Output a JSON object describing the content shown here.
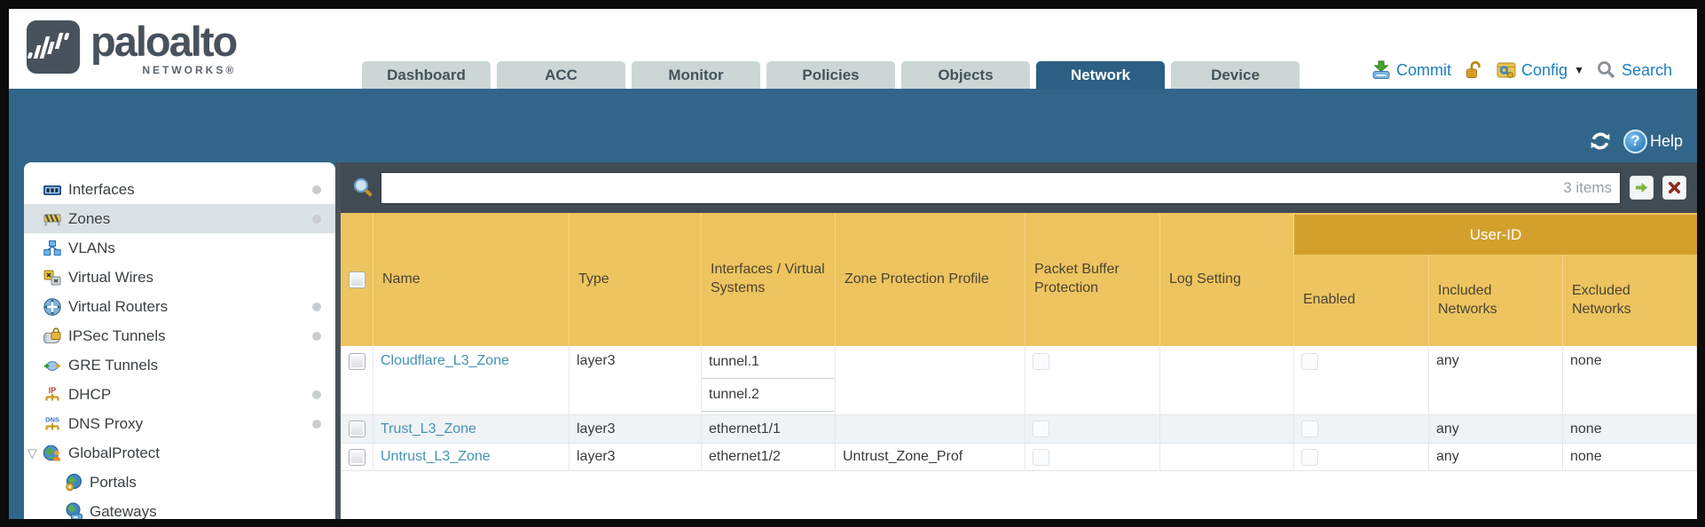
{
  "brand": {
    "logo_text": "paloalto",
    "logo_sub": "NETWORKS®"
  },
  "nav": {
    "tabs": [
      {
        "label": "Dashboard",
        "active": false
      },
      {
        "label": "ACC",
        "active": false
      },
      {
        "label": "Monitor",
        "active": false
      },
      {
        "label": "Policies",
        "active": false
      },
      {
        "label": "Objects",
        "active": false
      },
      {
        "label": "Network",
        "active": true
      },
      {
        "label": "Device",
        "active": false
      }
    ],
    "commit_label": "Commit",
    "config_label": "Config",
    "search_label": "Search"
  },
  "banner": {
    "help_label": "Help"
  },
  "sidebar": {
    "items": [
      {
        "label": "Interfaces",
        "icon": "interfaces-icon",
        "dot": true
      },
      {
        "label": "Zones",
        "icon": "zones-icon",
        "dot": true,
        "selected": true
      },
      {
        "label": "VLANs",
        "icon": "vlans-icon",
        "dot": false
      },
      {
        "label": "Virtual Wires",
        "icon": "virtual-wires-icon",
        "dot": false
      },
      {
        "label": "Virtual Routers",
        "icon": "virtual-routers-icon",
        "dot": true
      },
      {
        "label": "IPSec Tunnels",
        "icon": "ipsec-tunnels-icon",
        "dot": true
      },
      {
        "label": "GRE Tunnels",
        "icon": "gre-tunnels-icon",
        "dot": false
      },
      {
        "label": "DHCP",
        "icon": "dhcp-icon",
        "dot": true
      },
      {
        "label": "DNS Proxy",
        "icon": "dns-proxy-icon",
        "dot": true
      },
      {
        "label": "GlobalProtect",
        "icon": "globalprotect-icon",
        "dot": false,
        "expanded": true
      },
      {
        "label": "Portals",
        "icon": "portals-icon",
        "dot": false,
        "child": true
      },
      {
        "label": "Gateways",
        "icon": "gateways-icon",
        "dot": false,
        "child": true
      }
    ]
  },
  "toolbar": {
    "items_count": "3 items",
    "filter_value": ""
  },
  "table": {
    "group_header": "User-ID",
    "columns": [
      {
        "id": "select",
        "label": ""
      },
      {
        "id": "name",
        "label": "Name"
      },
      {
        "id": "type",
        "label": "Type"
      },
      {
        "id": "interfaces",
        "label": "Interfaces / Virtual Systems"
      },
      {
        "id": "zone_protection_profile",
        "label": "Zone Protection Profile"
      },
      {
        "id": "packet_buffer_protection",
        "label": "Packet Buffer Protection"
      },
      {
        "id": "log_setting",
        "label": "Log Setting"
      },
      {
        "id": "enabled",
        "label": "Enabled"
      },
      {
        "id": "included_networks",
        "label": "Included Networks"
      },
      {
        "id": "excluded_networks",
        "label": "Excluded Networks"
      }
    ],
    "rows": [
      {
        "name": "Cloudflare_L3_Zone",
        "type": "layer3",
        "interfaces": [
          "tunnel.1",
          "tunnel.2"
        ],
        "zone_protection_profile": "",
        "packet_buffer_protection": false,
        "log_setting": "",
        "enabled": false,
        "included_networks": "any",
        "excluded_networks": "none"
      },
      {
        "name": "Trust_L3_Zone",
        "type": "layer3",
        "interfaces": [
          "ethernet1/1"
        ],
        "zone_protection_profile": "",
        "packet_buffer_protection": false,
        "log_setting": "",
        "enabled": false,
        "included_networks": "any",
        "excluded_networks": "none"
      },
      {
        "name": "Untrust_L3_Zone",
        "type": "layer3",
        "interfaces": [
          "ethernet1/2"
        ],
        "zone_protection_profile": "Untrust_Zone_Prof",
        "packet_buffer_protection": false,
        "log_setting": "",
        "enabled": false,
        "included_networks": "any",
        "excluded_networks": "none"
      }
    ]
  },
  "colors": {
    "teal_band": "#31668a",
    "active_tab": "#2b5f83",
    "table_header_gold": "#edc45f",
    "user_id_band_gold": "#d4a02c",
    "zone_link_blue": "#4592b4",
    "action_link_blue": "#1c7fbe",
    "filter_bar_dark": "#414b54"
  }
}
